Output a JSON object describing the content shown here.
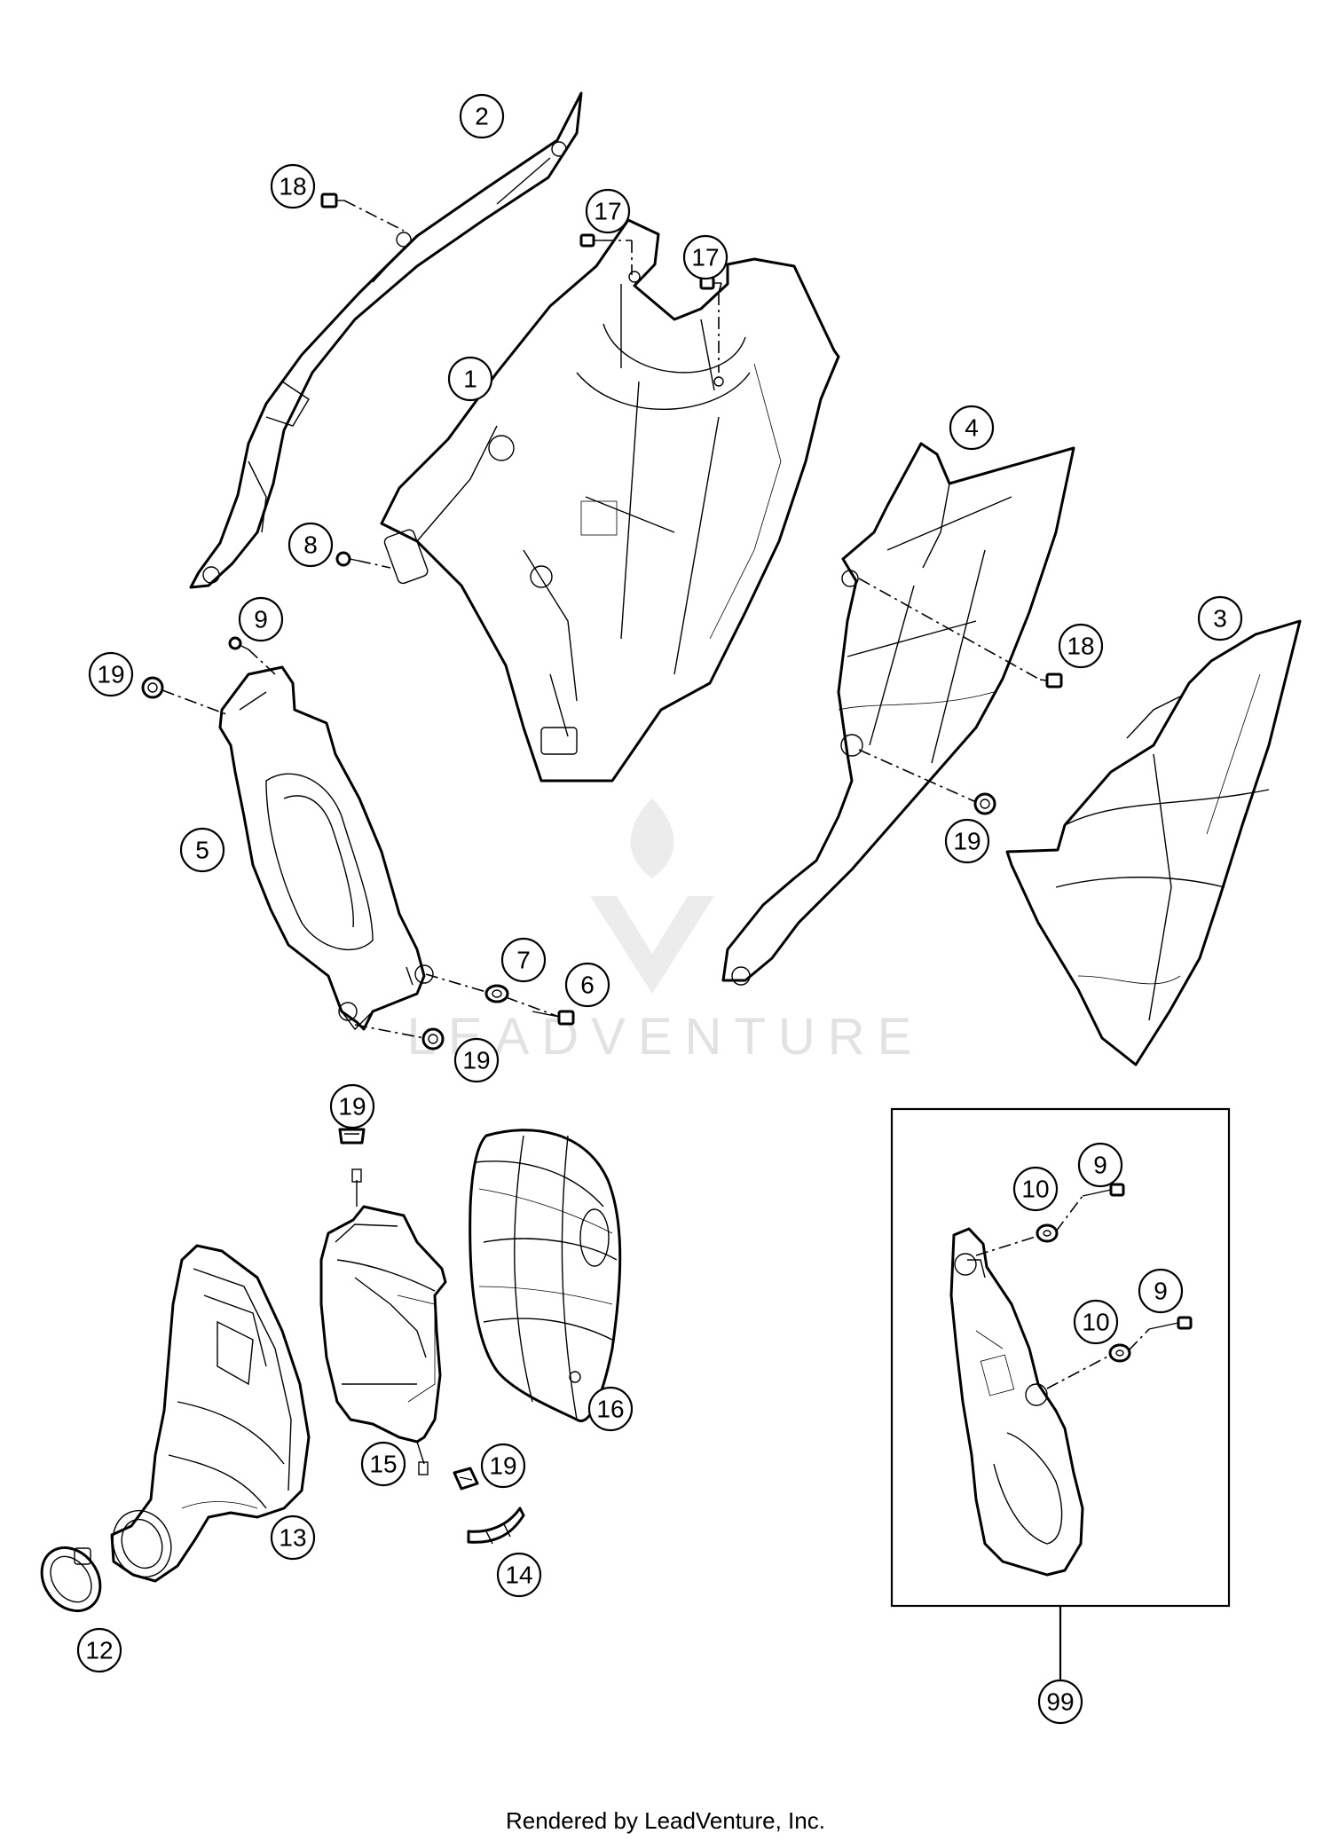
{
  "diagram": {
    "callouts": {
      "c1": "1",
      "c2": "2",
      "c3": "3",
      "c4": "4",
      "c5": "5",
      "c6": "6",
      "c7": "7",
      "c8": "8",
      "c9a": "9",
      "c9b": "9",
      "c9c": "9",
      "c10a": "10",
      "c10b": "10",
      "c12": "12",
      "c13": "13",
      "c14": "14",
      "c15": "15",
      "c16": "16",
      "c17a": "17",
      "c17b": "17",
      "c18a": "18",
      "c18b": "18",
      "c19a": "19",
      "c19b": "19",
      "c19c": "19",
      "c19d": "19",
      "c19e": "19",
      "c99": "99"
    },
    "watermark": "LEADVENTURE",
    "footer": "Rendered by LeadVenture, Inc."
  }
}
